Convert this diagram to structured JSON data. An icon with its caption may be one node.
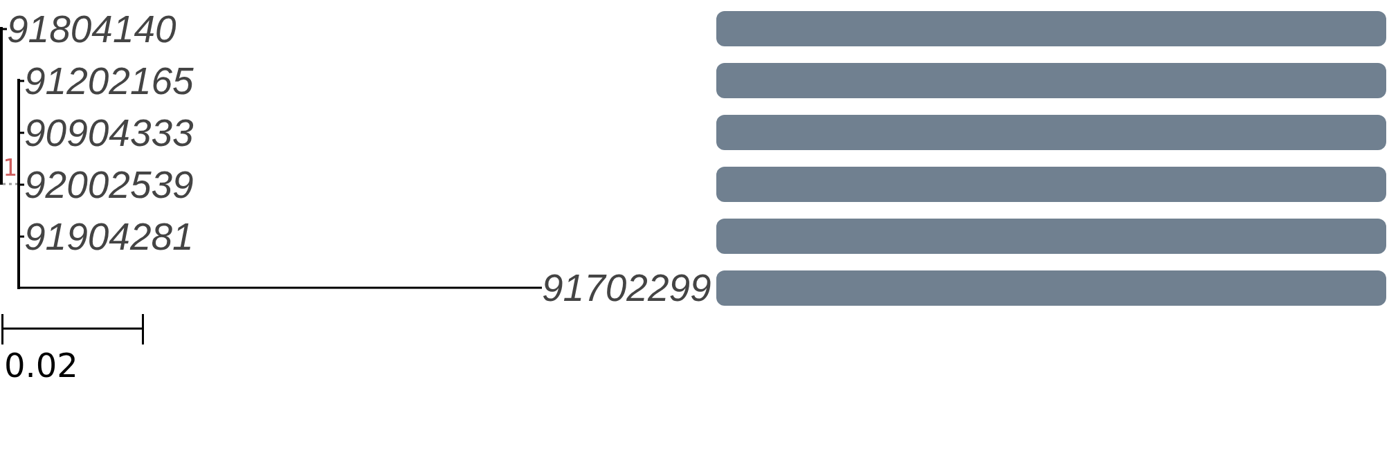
{
  "diagram": {
    "nodes": [
      {
        "text": [],
        "shape": "line"
      },
      {
        "text": [
          "91804140"
        ]
      },
      {
        "text": [],
        "shape": "line",
        "beside": [
          "1"
        ]
      },
      {
        "text": [
          "91202165"
        ]
      },
      {
        "text": [
          "90904333"
        ]
      },
      {
        "text": [
          "92002539"
        ]
      },
      {
        "text": [
          "91904281"
        ]
      },
      {
        "text": [
          "91702299"
        ]
      },
      {
        "text": [],
        "shape": "bar"
      },
      {
        "text": [],
        "shape": "bar"
      },
      {
        "text": [],
        "shape": "bar"
      },
      {
        "text": [],
        "shape": "bar"
      },
      {
        "text": [],
        "shape": "bar"
      },
      {
        "text": [],
        "shape": "bar"
      }
    ],
    "edges": [
      {
        "from": 0,
        "to": 1,
        "arrow": "none"
      },
      {
        "from": 0,
        "to": 2,
        "arrow": "none",
        "style": "dashed",
        "color": "#999999"
      },
      {
        "from": 2,
        "to": 3,
        "arrow": "none"
      },
      {
        "from": 2,
        "to": 4,
        "arrow": "none"
      },
      {
        "from": 2,
        "to": 5,
        "arrow": "none"
      },
      {
        "from": 2,
        "to": 6,
        "arrow": "none"
      },
      {
        "from": 2,
        "to": 7,
        "arrow": "none"
      }
    ],
    "labels": [
      "0.02"
    ]
  }
}
